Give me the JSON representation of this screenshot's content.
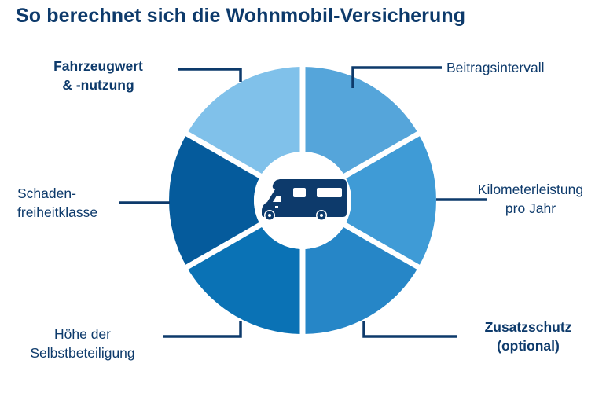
{
  "title": "So berechnet sich die Wohnmobil-Versicherung",
  "center_icon": "motorhome-icon",
  "colors": {
    "title": "#0d3a6b",
    "connector": "#0d3a6b",
    "segment_top_right": "#55a5da",
    "segment_right": "#3f9bd6",
    "segment_bottom_right": "#2686c7",
    "segment_bottom_left": "#0a72b5",
    "segment_left": "#055b9c",
    "segment_top_left": "#80c1ea"
  },
  "factors": [
    {
      "id": "beitragsintervall",
      "line1": "Beitragsintervall",
      "line2": ""
    },
    {
      "id": "kilometerleistung",
      "line1": "Kilometerleistung",
      "line2": "pro Jahr"
    },
    {
      "id": "zusatzschutz",
      "line1": "Zusatzschutz",
      "line2": "(optional)"
    },
    {
      "id": "selbstbeteiligung",
      "line1": "Höhe der",
      "line2": "Selbstbeteiligung"
    },
    {
      "id": "schadenfreiheitklasse",
      "line1": "Schaden-",
      "line2": "freiheitklasse"
    },
    {
      "id": "fahrzeugwert",
      "line1": "Fahrzeugwert",
      "line2": "& -nutzung"
    }
  ]
}
